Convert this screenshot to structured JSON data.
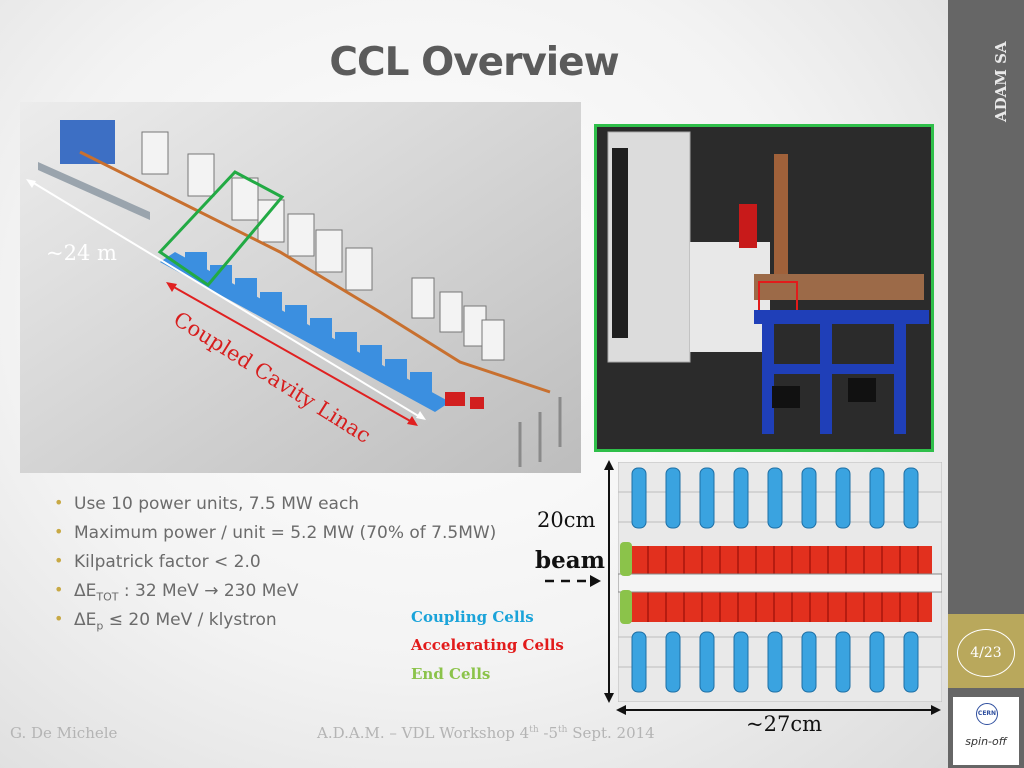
{
  "slide": {
    "title": "CCL Overview",
    "sidebar_company": "ADAM SA",
    "page_number": "4/23",
    "logo_text": "spin-off",
    "logo_cern": "CERN"
  },
  "figure_linac": {
    "length_label": "~24 m",
    "section_label": "Coupled Cavity Linac"
  },
  "bullets": [
    {
      "text": "Use 10 power units, 7.5 MW each"
    },
    {
      "text": "Maximum power / unit = 5.2 MW (70% of 7.5MW)"
    },
    {
      "text": "Kilpatrick factor < 2.0"
    },
    {
      "prefix": "ΔE",
      "sub": "TOT",
      "suffix": " :  32 MeV → 230 MeV"
    },
    {
      "prefix": "ΔE",
      "sub": "p",
      "suffix": " ≤ 20 MeV / klystron"
    }
  ],
  "legend": {
    "coupling": "Coupling Cells",
    "accelerating": "Accelerating Cells",
    "end": "End Cells"
  },
  "cells_figure": {
    "height_label": "20cm",
    "beam_label": "beam",
    "width_label": "~27cm"
  },
  "footer": {
    "author": "G. De Michele",
    "event_prefix": "A.D.A.M. – VDL Workshop  4",
    "event_sup1": "th",
    "event_mid": " -5",
    "event_sup2": "th",
    "event_suffix": "  Sept. 2014"
  },
  "colors": {
    "coupling": "#1aa3d9",
    "accelerating": "#e21b1b",
    "end": "#8bc34a",
    "bullet": "#c8a945",
    "sidebar": "#666666",
    "page_box": "#b9a85c",
    "linac_arrow": "#e02020",
    "frame_green": "#2fbf4a"
  }
}
